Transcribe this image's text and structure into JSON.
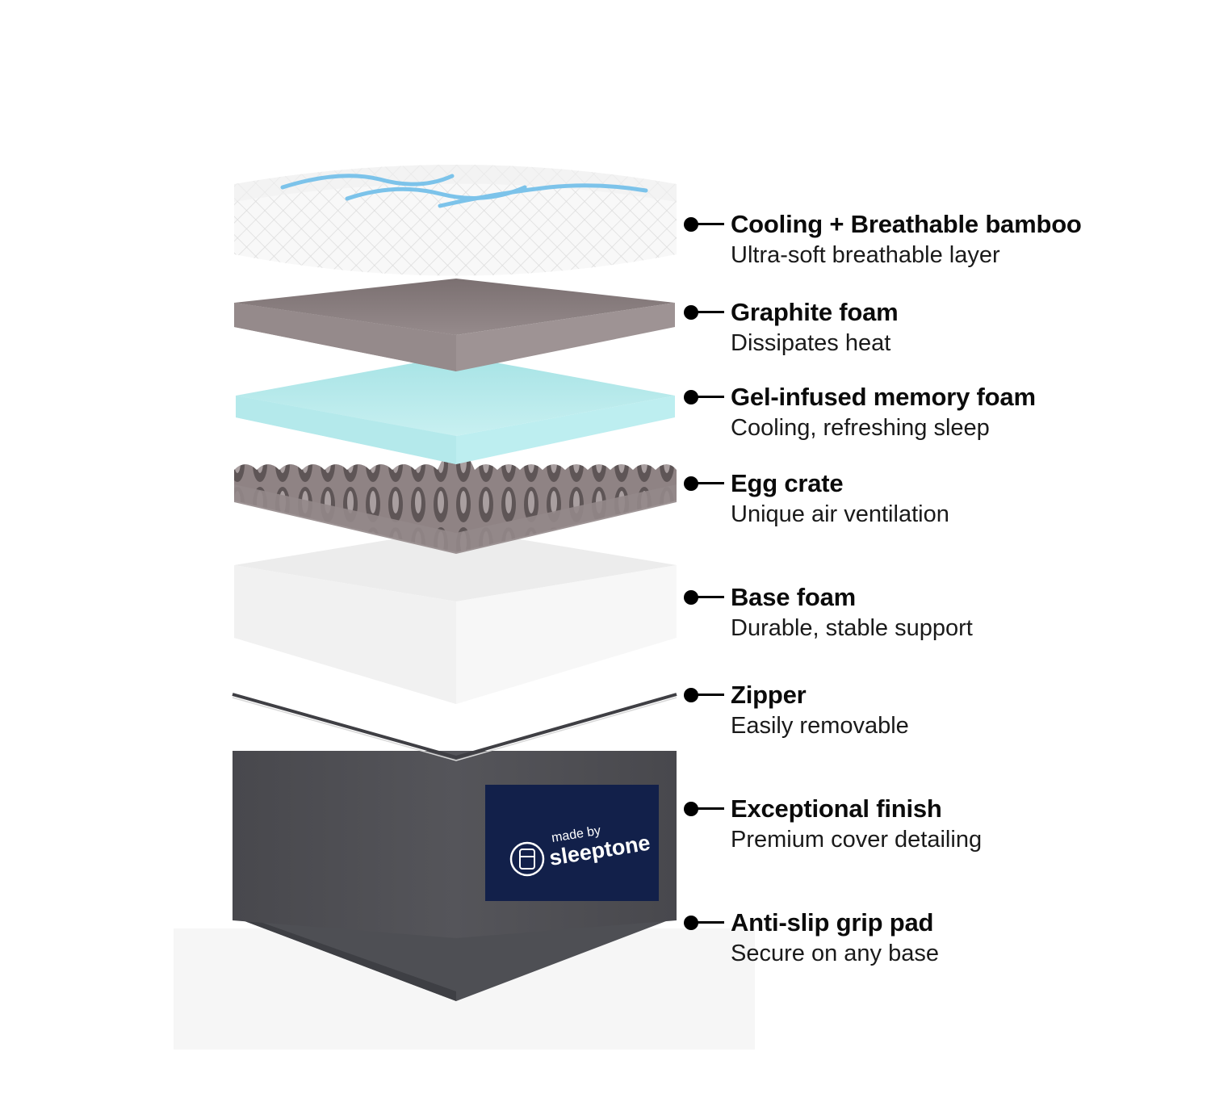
{
  "layers": [
    {
      "title": "Cooling + Breathable bamboo",
      "subtitle": "Ultra-soft breathable layer"
    },
    {
      "title": "Graphite foam",
      "subtitle": "Dissipates heat"
    },
    {
      "title": "Gel-infused memory foam",
      "subtitle": "Cooling, refreshing sleep"
    },
    {
      "title": "Egg crate",
      "subtitle": "Unique air ventilation"
    },
    {
      "title": "Base foam",
      "subtitle": "Durable, stable support"
    },
    {
      "title": "Zipper",
      "subtitle": "Easily removable"
    },
    {
      "title": "Exceptional finish",
      "subtitle": "Premium cover detailing"
    },
    {
      "title": "Anti-slip grip pad",
      "subtitle": "Secure on any base"
    }
  ],
  "brand_label": {
    "small": "made by",
    "name": "sleeptone"
  },
  "colors": {
    "bamboo_cover": "#f7f7f7",
    "wave_accent": "#7cc3ea",
    "graphite_foam": "#9c9192",
    "gel_foam": "#b9ecee",
    "egg_crate": "#8e8283",
    "base_foam": "#f4f4f4",
    "cover": "#4d4d52",
    "brand_patch": "#12204a",
    "grip_pad": "#4e4f54"
  }
}
